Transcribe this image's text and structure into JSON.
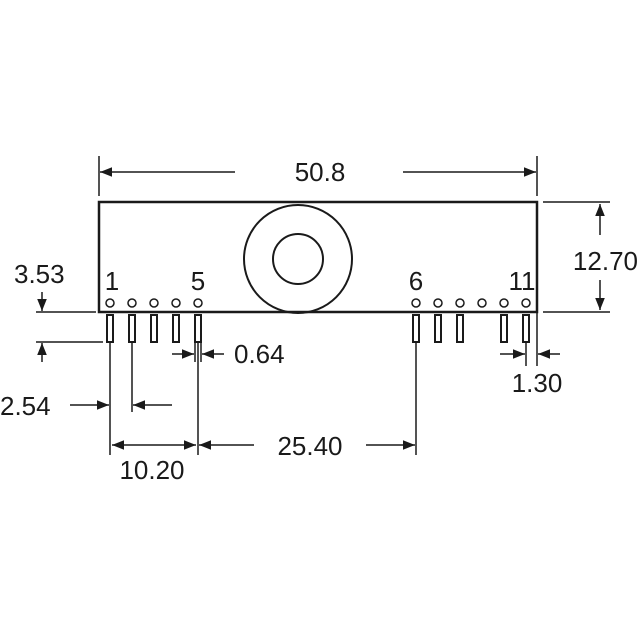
{
  "dimensions": {
    "overall_width": "50.8",
    "height": "12.70",
    "pin_height": "3.53",
    "pin_pitch": "2.54",
    "pin_width": "0.64",
    "pin_offset": "1.30",
    "group_span": "10.20",
    "group_gap": "25.40"
  },
  "pins": {
    "first": "1",
    "fifth": "5",
    "sixth": "6",
    "last": "11"
  },
  "colors": {
    "line": "#1a1a1a",
    "background": "#ffffff"
  }
}
